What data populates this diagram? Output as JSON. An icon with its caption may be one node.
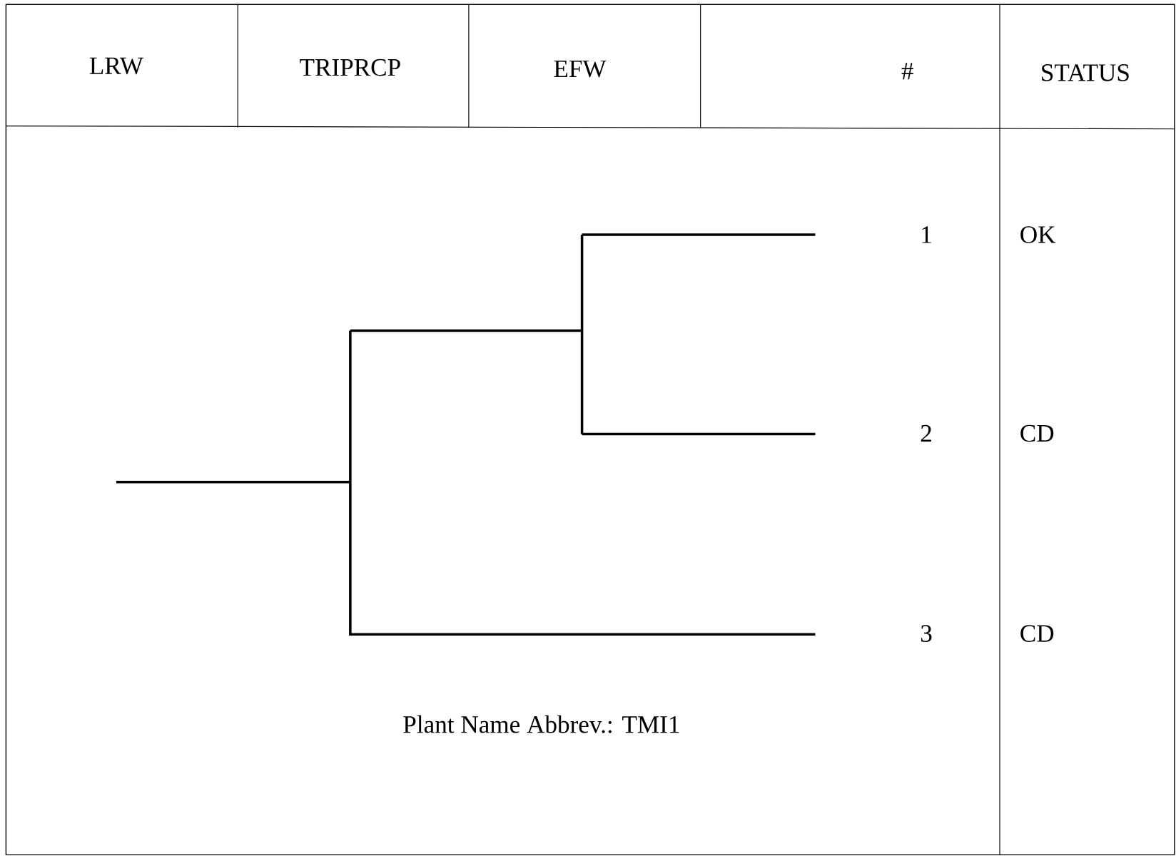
{
  "diagram": {
    "labels": [
      "LRW",
      "TRIPRCP",
      "EFW",
      "#",
      "STATUS",
      "1",
      "OK",
      "2",
      "CD",
      "3",
      "CD",
      "Plant Name Abbrev.:  TMI1"
    ]
  }
}
